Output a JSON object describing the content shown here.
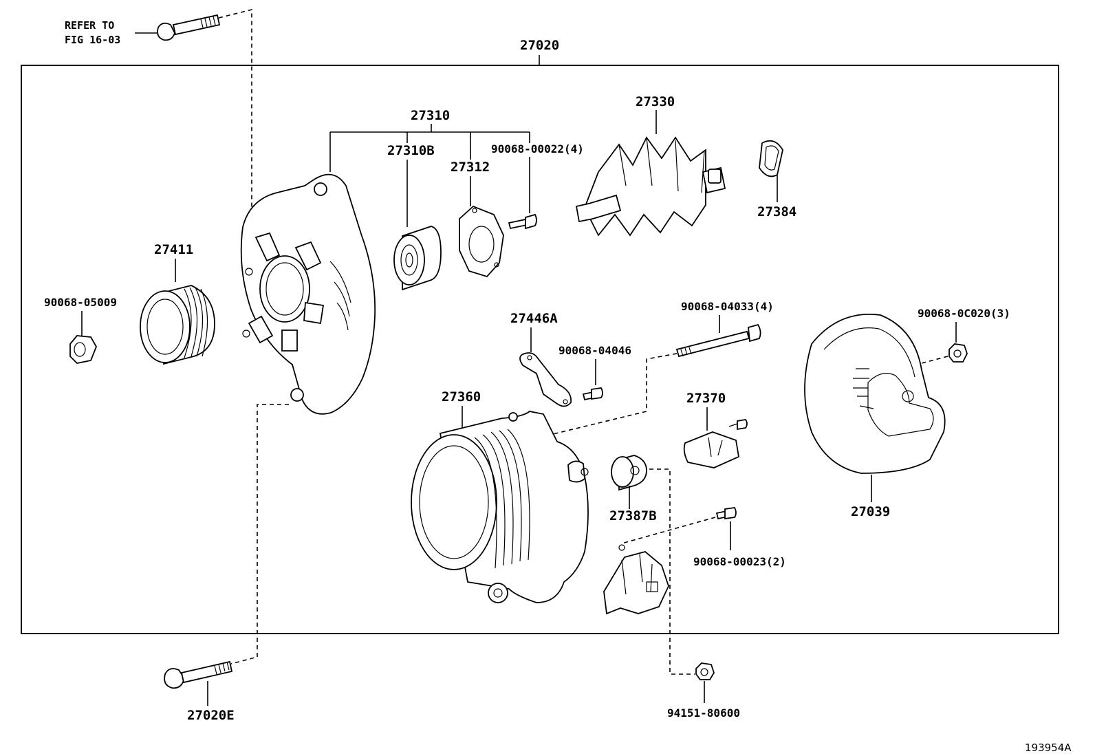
{
  "diagram": {
    "refer_note": [
      "REFER TO",
      "FIG 16-03"
    ],
    "figure_code": "193954A",
    "assembly_label": "27020",
    "labels": {
      "p27310": "27310",
      "p27310B": "27310B",
      "p27312": "27312",
      "p90068_00022": "90068-00022(4)",
      "p27330": "27330",
      "p27384": "27384",
      "p27411": "27411",
      "p90068_05009": "90068-05009",
      "p27446A": "27446A",
      "p90068_04046": "90068-04046",
      "p90068_04033": "90068-04033(4)",
      "p90068_0C020": "90068-0C020(3)",
      "p27360": "27360",
      "p27370": "27370",
      "p27387B": "27387B",
      "p27039": "27039",
      "p90068_00023": "90068-00023(2)",
      "p27020E": "27020E",
      "p94151_80600": "94151-80600"
    }
  }
}
